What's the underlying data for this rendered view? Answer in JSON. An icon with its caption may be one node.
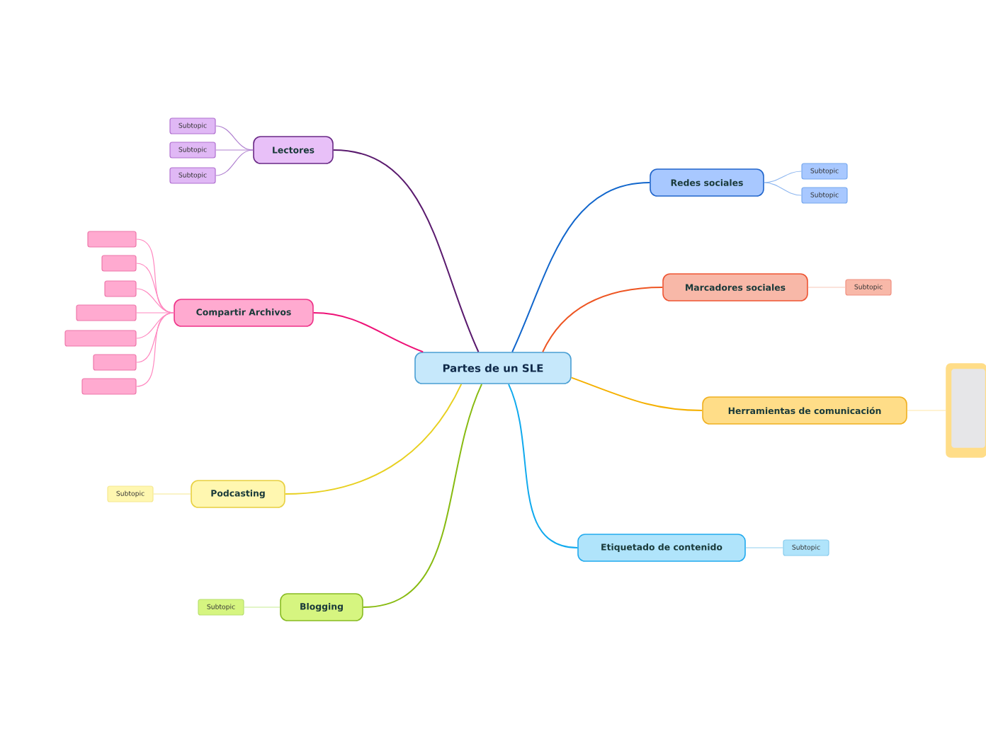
{
  "diagram": {
    "nodes": [
      {
        "text": [
          "Partes de un SLE"
        ]
      },
      {
        "text": [
          "Lectores"
        ]
      },
      {
        "text": [
          "Subtopic"
        ]
      },
      {
        "text": [
          "Subtopic"
        ]
      },
      {
        "text": [
          "Subtopic"
        ]
      },
      {
        "text": [
          "Compartir Archivos"
        ]
      },
      {
        "text": [],
        "shape": "box"
      },
      {
        "text": [],
        "shape": "box"
      },
      {
        "text": [],
        "shape": "box"
      },
      {
        "text": [],
        "shape": "box"
      },
      {
        "text": [],
        "shape": "box"
      },
      {
        "text": [],
        "shape": "box"
      },
      {
        "text": [],
        "shape": "box"
      },
      {
        "text": [
          "Podcasting"
        ]
      },
      {
        "text": [
          "Subtopic"
        ]
      },
      {
        "text": [
          "Blogging"
        ]
      },
      {
        "text": [
          "Subtopic"
        ]
      },
      {
        "text": [
          "Redes sociales"
        ]
      },
      {
        "text": [
          "Subtopic"
        ]
      },
      {
        "text": [
          "Subtopic"
        ]
      },
      {
        "text": [
          "Marcadores sociales"
        ]
      },
      {
        "text": [
          "Subtopic"
        ]
      },
      {
        "text": [
          "Herramientas de comunicación"
        ]
      },
      {
        "text": [],
        "shape": "box"
      },
      {
        "text": [
          "Etiquetado de contenido"
        ]
      },
      {
        "text": [
          "Subtopic"
        ]
      }
    ],
    "edges": [
      {
        "from": 0,
        "to": 1,
        "arrow": "none",
        "color": "#5a1a6e"
      },
      {
        "from": 1,
        "to": 2,
        "arrow": "none",
        "color": "#b080d0"
      },
      {
        "from": 1,
        "to": 3,
        "arrow": "none",
        "color": "#b080d0"
      },
      {
        "from": 1,
        "to": 4,
        "arrow": "none",
        "color": "#b080d0"
      },
      {
        "from": 0,
        "to": 5,
        "arrow": "none",
        "color": "#ee1177"
      },
      {
        "from": 5,
        "to": 6,
        "arrow": "none",
        "color": "#ff88c0"
      },
      {
        "from": 5,
        "to": 7,
        "arrow": "none",
        "color": "#ff88c0"
      },
      {
        "from": 5,
        "to": 8,
        "arrow": "none",
        "color": "#ff88c0"
      },
      {
        "from": 5,
        "to": 9,
        "arrow": "none",
        "color": "#ff88c0"
      },
      {
        "from": 5,
        "to": 10,
        "arrow": "none",
        "color": "#ff88c0"
      },
      {
        "from": 5,
        "to": 11,
        "arrow": "none",
        "color": "#ff88c0"
      },
      {
        "from": 5,
        "to": 12,
        "arrow": "none",
        "color": "#ff88c0"
      },
      {
        "from": 0,
        "to": 13,
        "arrow": "none",
        "color": "#e8d020"
      },
      {
        "from": 13,
        "to": 14,
        "arrow": "none",
        "color": "#f5e890"
      },
      {
        "from": 0,
        "to": 15,
        "arrow": "none",
        "color": "#88bb11"
      },
      {
        "from": 15,
        "to": 16,
        "arrow": "none",
        "color": "#c8ec90"
      },
      {
        "from": 0,
        "to": 17,
        "arrow": "none",
        "color": "#1166cc"
      },
      {
        "from": 17,
        "to": 18,
        "arrow": "none",
        "color": "#90b8f0"
      },
      {
        "from": 17,
        "to": 19,
        "arrow": "none",
        "color": "#90b8f0"
      },
      {
        "from": 0,
        "to": 20,
        "arrow": "none",
        "color": "#ee5522"
      },
      {
        "from": 20,
        "to": 21,
        "arrow": "none",
        "color": "#f8c8b8"
      },
      {
        "from": 0,
        "to": 22,
        "arrow": "none",
        "color": "#f5b000"
      },
      {
        "from": 22,
        "to": 23,
        "arrow": "none",
        "color": "#ffe8a8"
      },
      {
        "from": 0,
        "to": 24,
        "arrow": "none",
        "color": "#11aaee"
      },
      {
        "from": 24,
        "to": 25,
        "arrow": "none",
        "color": "#90d0f0"
      }
    ]
  }
}
